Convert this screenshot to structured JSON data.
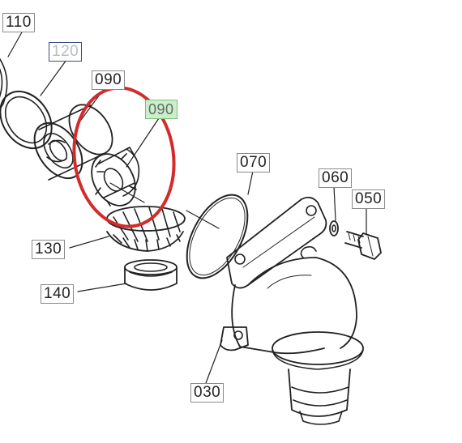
{
  "labels": {
    "p110": "110",
    "p120": "120",
    "p090": "090",
    "p090_highlighted": "090",
    "p070": "070",
    "p060": "060",
    "p050": "050",
    "p130": "130",
    "p140": "140",
    "p030": "030"
  },
  "colors": {
    "line": "#222222",
    "highlight_circle": "#d42a2a",
    "highlight_label_fill": "#c9f0c9",
    "label_120_border": "#3c4a8a"
  }
}
